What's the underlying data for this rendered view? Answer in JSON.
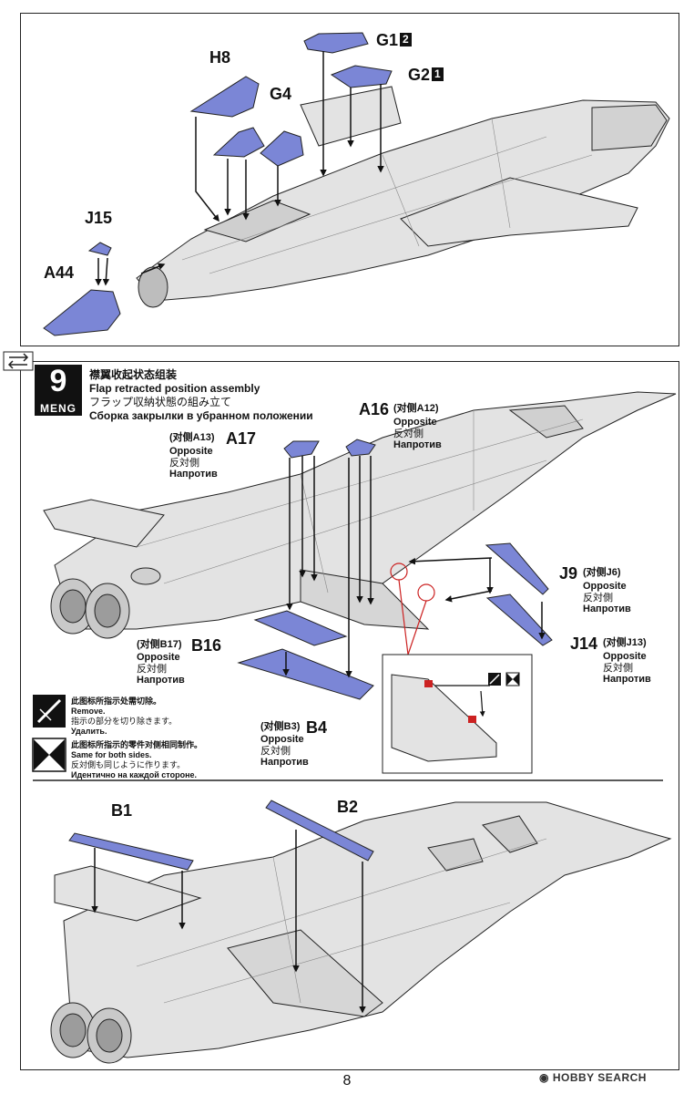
{
  "page_number": "8",
  "watermark": "HOBBY SEARCH",
  "colors": {
    "part": "#7b86d6",
    "hull": "#e3e3e3",
    "line": "#222222",
    "accent": "#cc2222"
  },
  "top_panel": {
    "labels": {
      "g1": "G1",
      "g1_badge": "2",
      "g2": "G2",
      "g2_badge": "1",
      "h8": "H8",
      "g4": "G4",
      "j15": "J15",
      "a44": "A44"
    }
  },
  "step9": {
    "number": "9",
    "brand": "MENG",
    "title_cn": "襟翼收起状态组装",
    "title_en": "Flap retracted position assembly",
    "title_jp": "フラップ収納状態の組み立て",
    "title_ru": "Сборка закрылки в убранном положении",
    "parts": {
      "a17": {
        "label": "A17",
        "opp": "(对侧A13)",
        "en": "Opposite",
        "jp": "反対側",
        "ru": "Напротив"
      },
      "a16": {
        "label": "A16",
        "opp": "(对侧A12)",
        "en": "Opposite",
        "jp": "反対側",
        "ru": "Напротив"
      },
      "j9": {
        "label": "J9",
        "opp": "(对侧J6)",
        "en": "Opposite",
        "jp": "反対側",
        "ru": "Напротив"
      },
      "j14": {
        "label": "J14",
        "opp": "(对侧J13)",
        "en": "Opposite",
        "jp": "反対側",
        "ru": "Напротив"
      },
      "b16": {
        "label": "B16",
        "opp": "(对侧B17)",
        "en": "Opposite",
        "jp": "反対側",
        "ru": "Напротив"
      },
      "b4": {
        "label": "B4",
        "opp": "(对侧B3)",
        "en": "Opposite",
        "jp": "反対側",
        "ru": "Напротив"
      }
    },
    "legend": {
      "remove": {
        "cn": "此图标所指示处需切除。",
        "en": "Remove.",
        "jp": "指示の部分を切り除きます。",
        "ru": "Удалить."
      },
      "same": {
        "cn": "此图标所指示的零件对侧相同制作。",
        "en": "Same for both sides.",
        "jp": "反対側も同じように作ります。",
        "ru": "Идентично на каждой стороне."
      }
    }
  },
  "bottom": {
    "labels": {
      "b1": "B1",
      "b2": "B2"
    }
  }
}
